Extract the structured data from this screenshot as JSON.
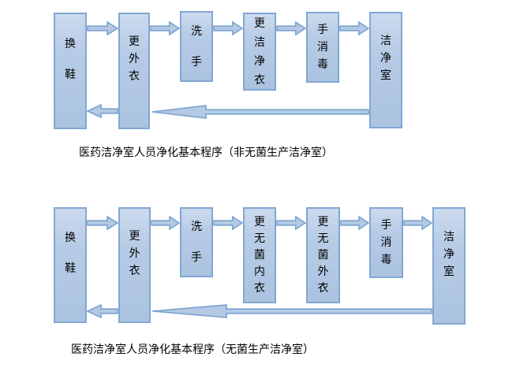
{
  "page": {
    "background": "#ffffff"
  },
  "colors": {
    "box_fill_light": "#ccdaee",
    "box_fill": "#b6cbe5",
    "box_fill_dark": "#abc3e0",
    "box_border": "#81a7d3",
    "arrow_fill": "#b3c9e4",
    "arrow_border": "#7aa2d0",
    "text": "#000000"
  },
  "diagram1": {
    "caption": "医药洁净室人员净化基本程序（非无菌生产洁净室）",
    "steps": [
      {
        "label": "换鞋"
      },
      {
        "label": "更外衣"
      },
      {
        "label": "洗手"
      },
      {
        "label": "更洁净衣"
      },
      {
        "label": "手消毒"
      },
      {
        "label": "洁净室"
      }
    ]
  },
  "diagram2": {
    "caption": "医药洁净室人员净化基本程序（无菌生产洁净室）",
    "steps": [
      {
        "label": "换鞋"
      },
      {
        "label": "更外衣"
      },
      {
        "label": "洗手"
      },
      {
        "label": "更无菌内衣"
      },
      {
        "label": "更无菌外衣"
      },
      {
        "label": "手消毒"
      },
      {
        "label": "洁净室"
      }
    ]
  }
}
